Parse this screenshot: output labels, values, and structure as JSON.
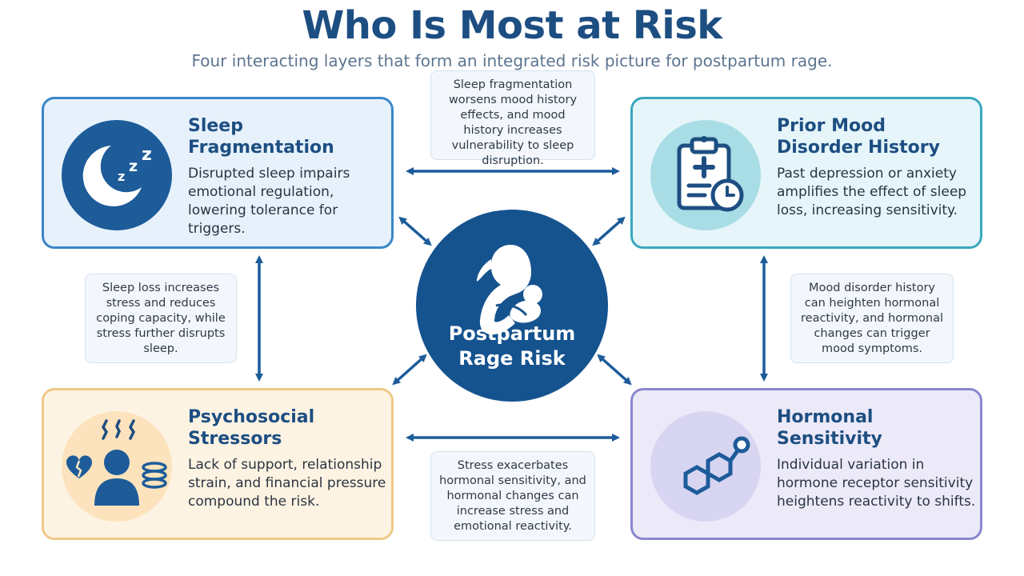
{
  "header": {
    "title": "Who Is Most at Risk",
    "subtitle": "Four interacting layers that form an integrated risk picture for postpartum rage."
  },
  "center": {
    "label_line1": "Postpartum",
    "label_line2": "Rage Risk",
    "icon": "mother-baby-icon"
  },
  "cards": {
    "sleep": {
      "title": "Sleep Fragmentation",
      "description": "Disrupted sleep impairs emotional regulation, lowering tolerance for triggers.",
      "icon": "moon-zzz-icon"
    },
    "mood": {
      "title": "Prior Mood Disorder History",
      "description": "Past depression or anxiety amplifies the effect of sleep loss, increasing sensitivity.",
      "icon": "clipboard-clock-icon"
    },
    "stress": {
      "title": "Psychosocial Stressors",
      "description": "Lack of support, relationship strain, and financial pressure compound the risk.",
      "icon": "stressed-person-icon"
    },
    "hormone": {
      "title": "Hormonal Sensitivity",
      "description": "Individual variation in hormone receptor sensitivity heightens reactivity to shifts.",
      "icon": "molecule-icon"
    }
  },
  "notes": {
    "top": "Sleep fragmentation worsens mood history effects, and mood history increases vulnerability to sleep disruption.",
    "left": "Sleep loss increases stress and reduces coping capacity, while stress further disrupts sleep.",
    "right": "Mood disorder history can heighten hormonal reactivity, and hormonal changes can trigger mood symptoms.",
    "bottom": "Stress exacerbates hormonal sensitivity, and hormonal changes can increase stress and emotional reactivity."
  },
  "colors": {
    "navy": "#1d4e82",
    "center": "#15538f",
    "arrow": "#1d5b99"
  }
}
